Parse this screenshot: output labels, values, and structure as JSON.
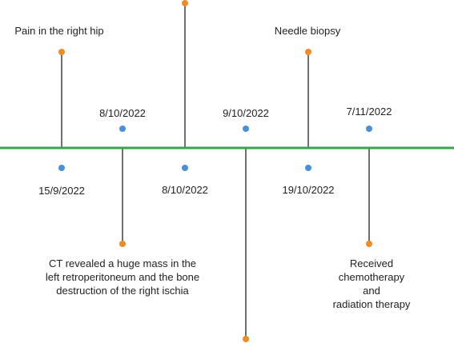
{
  "colors": {
    "axis": "#2ea84a",
    "date_marker": "#4a90d9",
    "event_marker": "#f08a24",
    "connector": "#333333",
    "text": "#222222"
  },
  "dates": [
    {
      "id": "d1",
      "label": "15/9/2022"
    },
    {
      "id": "d2",
      "label": "8/10/2022"
    },
    {
      "id": "d3",
      "label": "8/10/2022"
    },
    {
      "id": "d4",
      "label": "9/10/2022"
    },
    {
      "id": "d5",
      "label": "19/10/2022"
    },
    {
      "id": "d6",
      "label": "7/11/2022"
    }
  ],
  "events": [
    {
      "id": "e1",
      "text": "Pain in the right hip"
    },
    {
      "id": "e2",
      "lines": [
        "CT revealed a huge mass in the",
        "left retroperitoneum and the bone",
        "destruction of the right ischia"
      ]
    },
    {
      "id": "e3",
      "text": ""
    },
    {
      "id": "e4",
      "text": ""
    },
    {
      "id": "e5",
      "text": "Needle biopsy"
    },
    {
      "id": "e6",
      "lines": [
        "Received chemotherapy and",
        "radiation therapy"
      ]
    }
  ]
}
